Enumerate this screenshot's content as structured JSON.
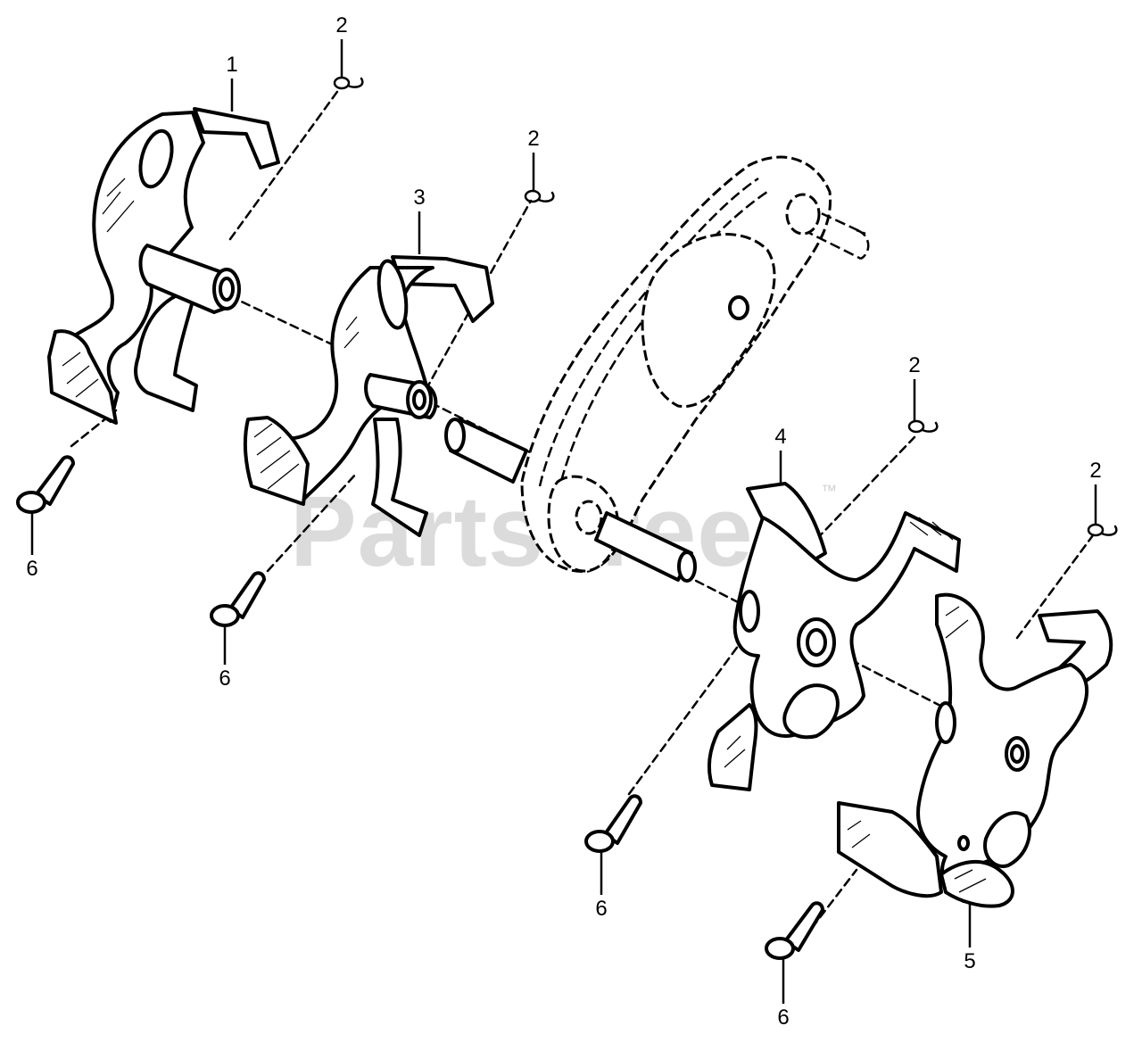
{
  "diagram": {
    "callouts": {
      "tine_1": "1",
      "clip_a": "2",
      "clip_b": "2",
      "clip_c": "2",
      "clip_d": "2",
      "tine_3": "3",
      "tine_4": "4",
      "tine_5": "5",
      "pin_a": "6",
      "pin_b": "6",
      "pin_c": "6",
      "pin_d": "6"
    },
    "watermark": {
      "text": "PartsTree",
      "trademark": "™"
    }
  }
}
